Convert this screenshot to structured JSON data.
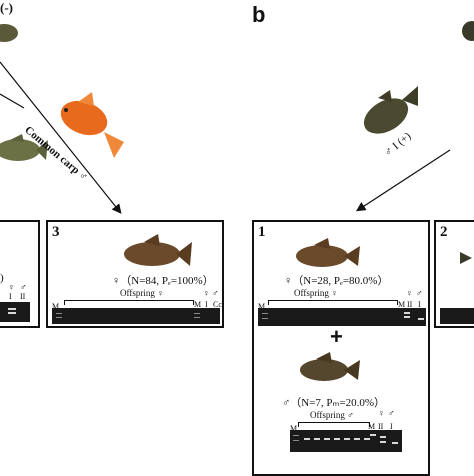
{
  "panel_b_letter": "b",
  "common_carp_label": "Common carp ♂",
  "left_fish_label": "(-)",
  "right_top_label": "♂ I (+)",
  "panels": {
    "p3": {
      "number": "3",
      "stats": "♀（N=84, Pₑ=100%）",
      "offspring": "Offspring ♀",
      "lanes_left": "M",
      "lanes_right": [
        "M",
        "I",
        "Cc"
      ],
      "sex_marks": [
        "♀",
        "♂"
      ]
    },
    "p1": {
      "number": "1",
      "stats": "♀（N=28, Pₑ=80.0%）",
      "offspring": "Offspring ♀",
      "lanes_left": "M",
      "lanes_right": [
        "M",
        "II",
        "I"
      ],
      "sex_marks": [
        "♀",
        "♂"
      ]
    },
    "p1b": {
      "stats": "♂（N=7, Pₘ=20.0%）",
      "offspring": "Offspring ♂",
      "lanes_left": "M",
      "lanes_right": [
        "M",
        "II",
        "I"
      ],
      "sex_marks": [
        "♀",
        "♂"
      ]
    },
    "p2": {
      "number": "2"
    },
    "pleft": {
      "lanes_right": [
        "II",
        "I"
      ],
      "sex_marks": [
        "♀",
        "♂"
      ]
    }
  },
  "plus_sign": "+"
}
